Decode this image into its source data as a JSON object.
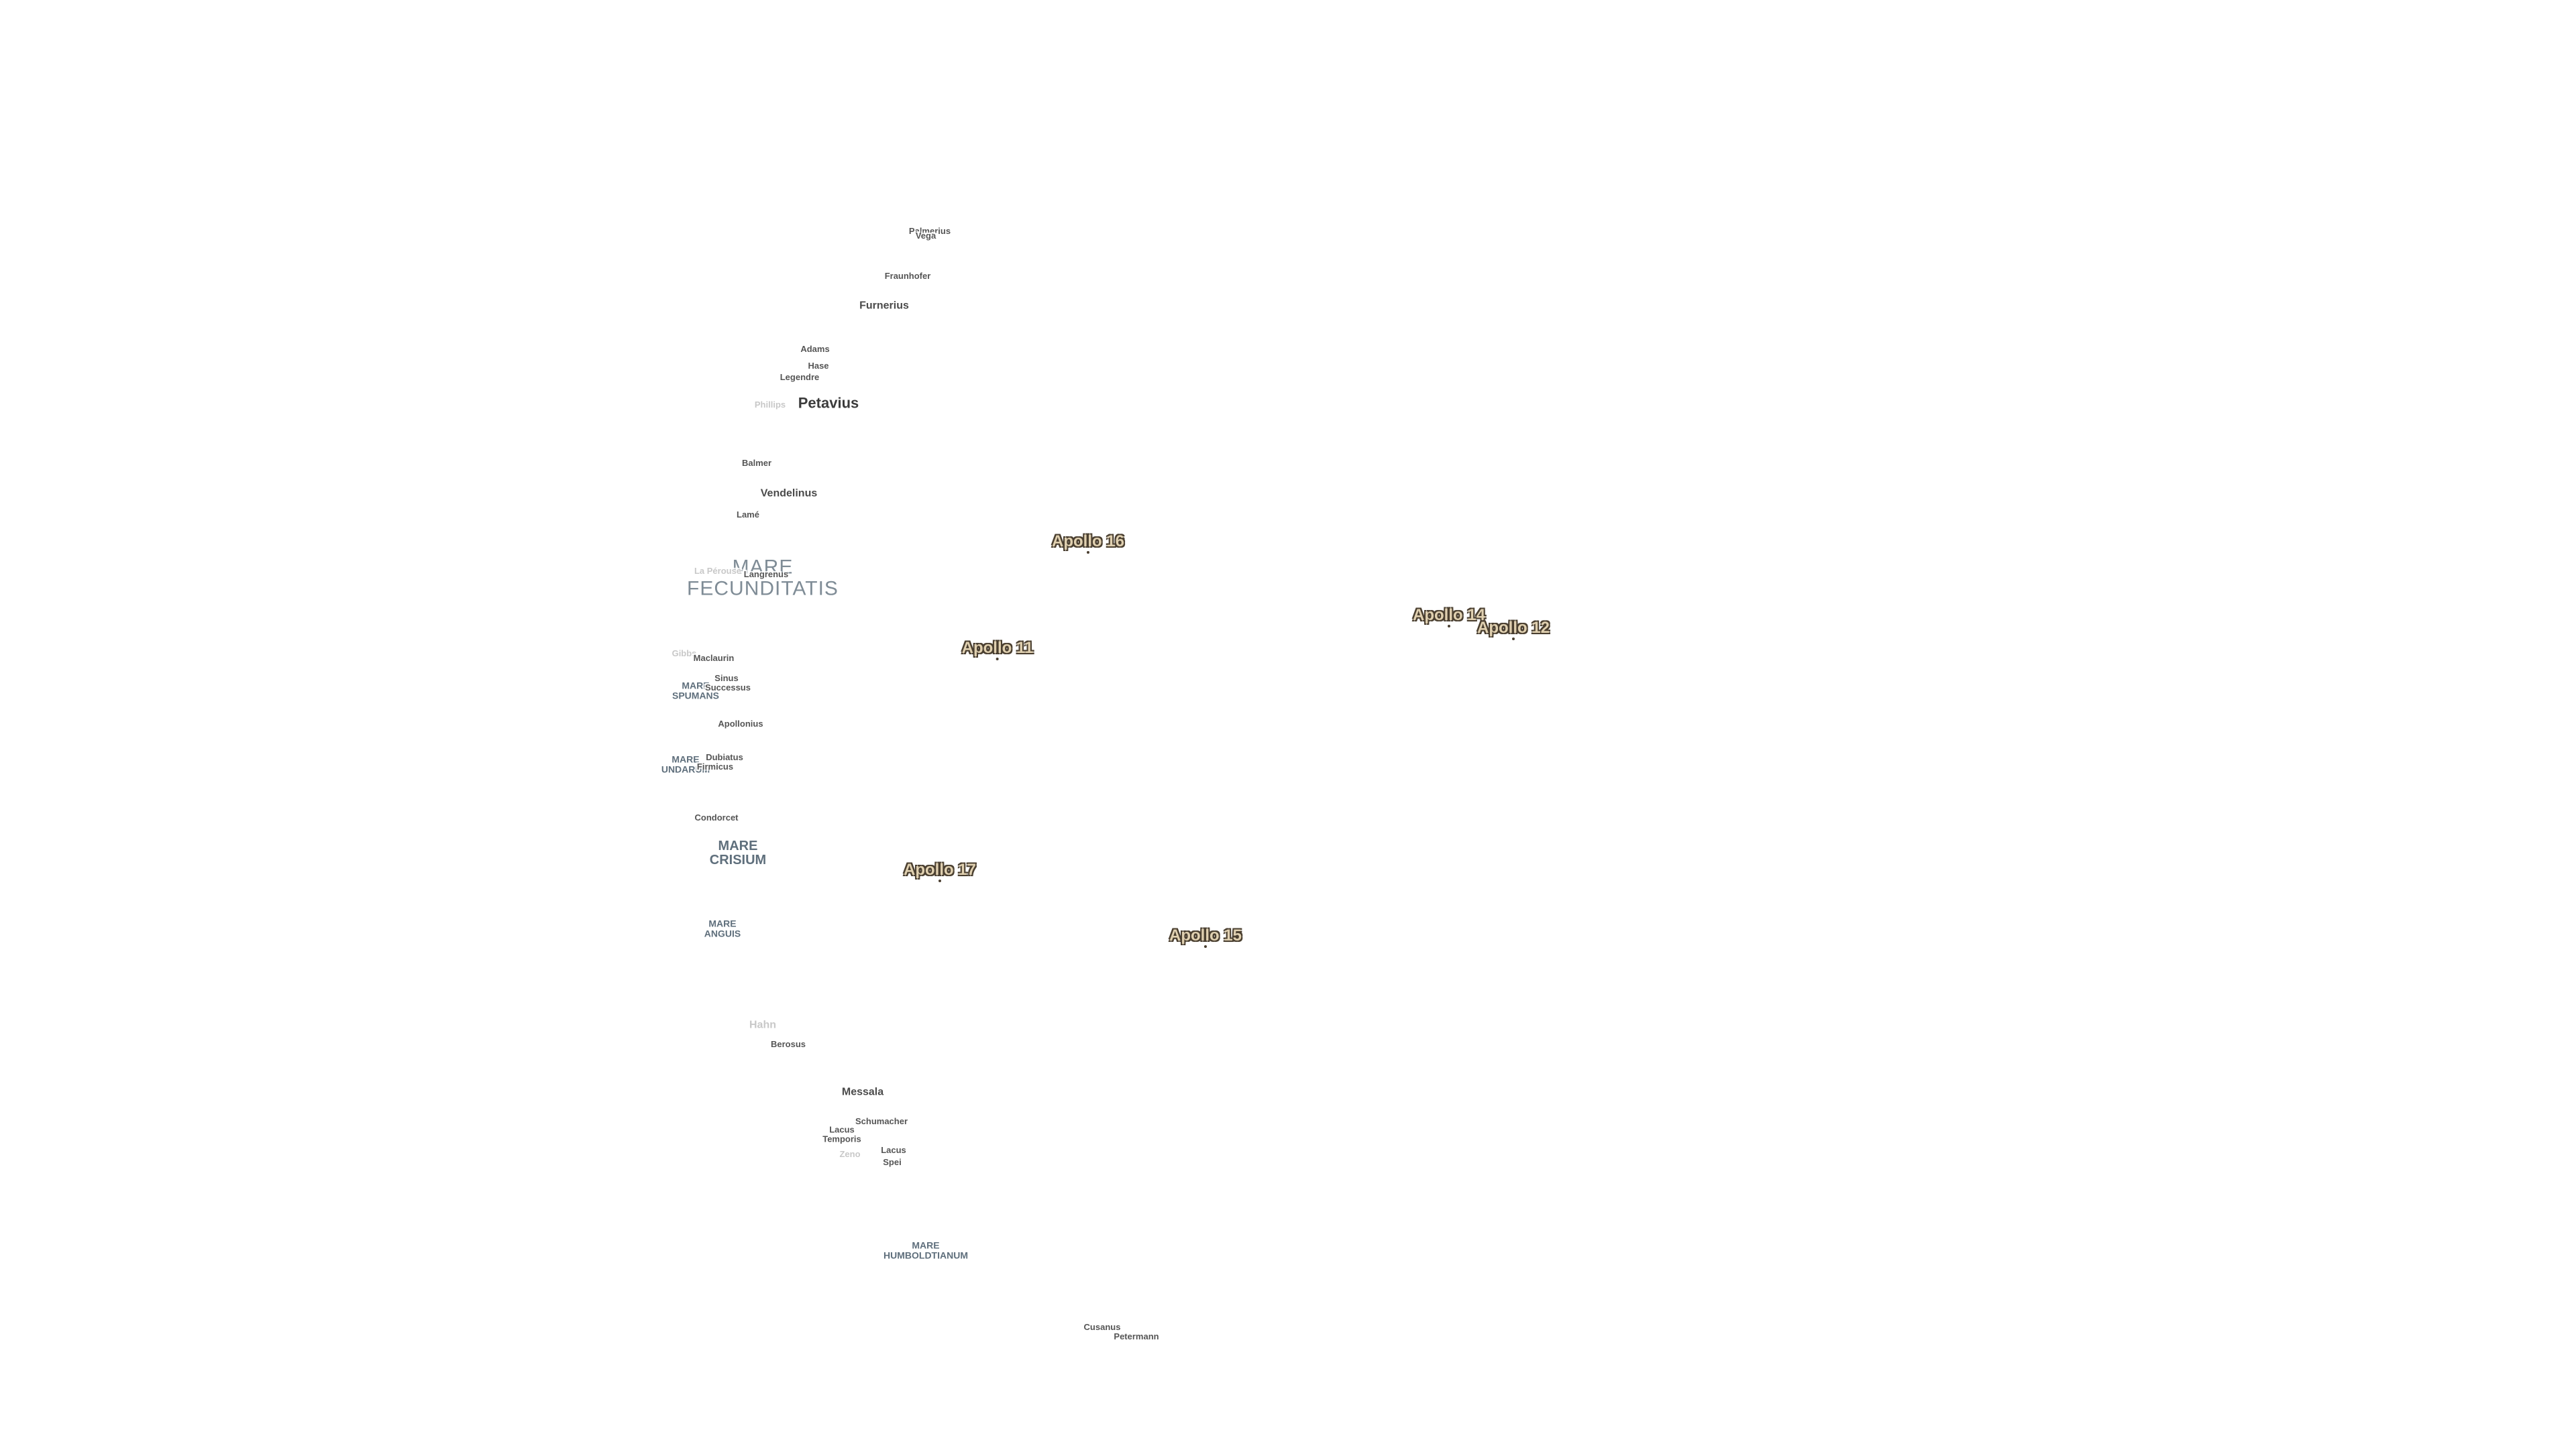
{
  "map": {
    "apollo_sites": [
      {
        "label": "Apollo 16"
      },
      {
        "label": "Apollo 14"
      },
      {
        "label": "Apollo 12"
      },
      {
        "label": "Apollo 11"
      },
      {
        "label": "Apollo 17"
      },
      {
        "label": "Apollo 15"
      }
    ],
    "craters": {
      "petavius": "Petavius",
      "vega": "Vega",
      "fraunhofer": "Fraunhofer",
      "furnerius": "Furnerius",
      "adams": "Adams",
      "hase": "Hase",
      "legendre": "Legendre",
      "phillips": "Phillips",
      "balmer": "Balmer",
      "vendelinus": "Vendelinus",
      "lame": "Lamé",
      "langrenus": "Langrenus",
      "la_perouse": "La Pérouse",
      "maclaurin": "Maclaurin",
      "gibbs": "Gibbs",
      "apollonius": "Apollonius",
      "condorcet": "Condorcet",
      "hahn": "Hahn",
      "berosus": "Berosus",
      "messala": "Messala",
      "schumacher": "Schumacher",
      "lacus": "Lacus",
      "spei": "Spei",
      "zeno": "Zeno",
      "cusanus": "Cusanus",
      "petermann": "Petermann"
    },
    "mares": {
      "fecunditatis": "MARE\nFECUNDITATIS",
      "spumans": "MARE\nSPUMANS",
      "undarum": "MARE\nUNDARUM",
      "crisium": "MARE\nCRISIUM",
      "anguis": "MARE\nANGUIS",
      "humboldtianum": "MARE\nHUMBOLDTIANUM"
    },
    "overlapping": {
      "rheita_fragment": "Palmerius",
      "sinus": "Sinus",
      "successus": "Successus",
      "dubiatus": "Dubiatus",
      "firmicus": "Firmicus",
      "lacus_temporis": "Lacus\nTemporis"
    }
  }
}
